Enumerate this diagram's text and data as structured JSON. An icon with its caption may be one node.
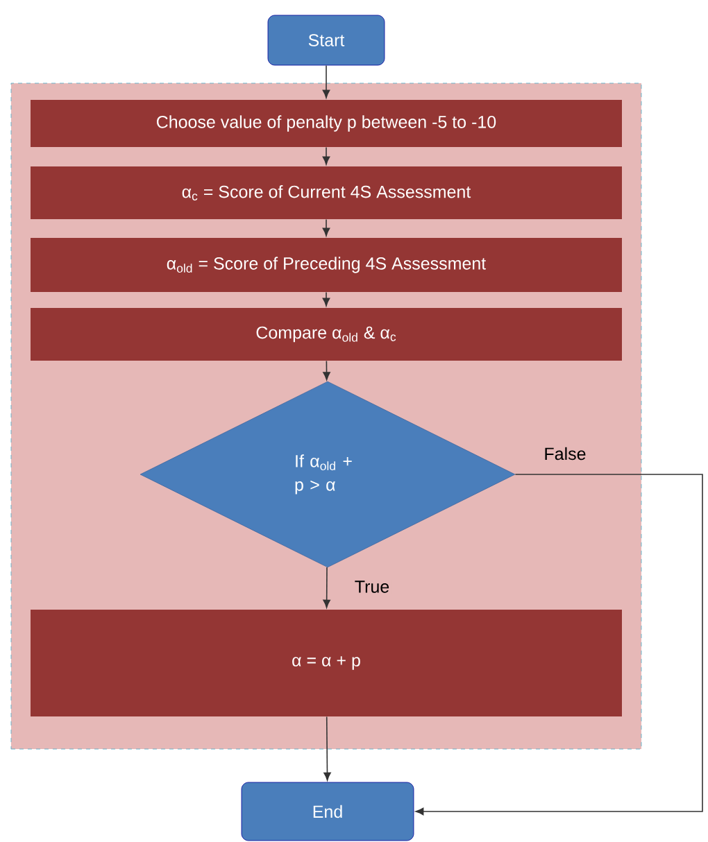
{
  "diagram": {
    "nodes": [
      {
        "text": [
          "Start"
        ]
      },
      {
        "text": [],
        "shape": "box"
      },
      {
        "text": [
          "Choose value of penalty p between -5 to -10"
        ],
        "in": 1
      },
      {
        "text": [
          "α$_{c}$ = Score of Current 4S Assessment"
        ],
        "in": 1
      },
      {
        "text": [
          "α$_{old}$ = Score of Preceding 4S Assessment"
        ],
        "in": 1
      },
      {
        "text": [
          "Compare α$_{old}$ & α$_{c}$"
        ],
        "in": 1
      },
      {
        "text": [
          "If α$_{old}$ + p > α"
        ],
        "in": 1
      },
      {
        "text": [
          "α = α + p"
        ],
        "in": 1
      },
      {
        "text": [
          "End"
        ]
      }
    ],
    "edges": [
      {
        "from": 0,
        "to": 2,
        "arrow": "to"
      },
      {
        "from": 2,
        "to": 3,
        "arrow": "to"
      },
      {
        "from": 3,
        "to": 4,
        "arrow": "to"
      },
      {
        "from": 4,
        "to": 5,
        "arrow": "to"
      },
      {
        "from": 5,
        "to": 6,
        "arrow": "to"
      },
      {
        "from": 6,
        "to": 7,
        "arrow": "to",
        "label": "True"
      },
      {
        "from": 7,
        "to": 8,
        "arrow": "to"
      },
      {
        "from": 6,
        "to": 8,
        "arrow": "to",
        "label": "False"
      }
    ]
  }
}
